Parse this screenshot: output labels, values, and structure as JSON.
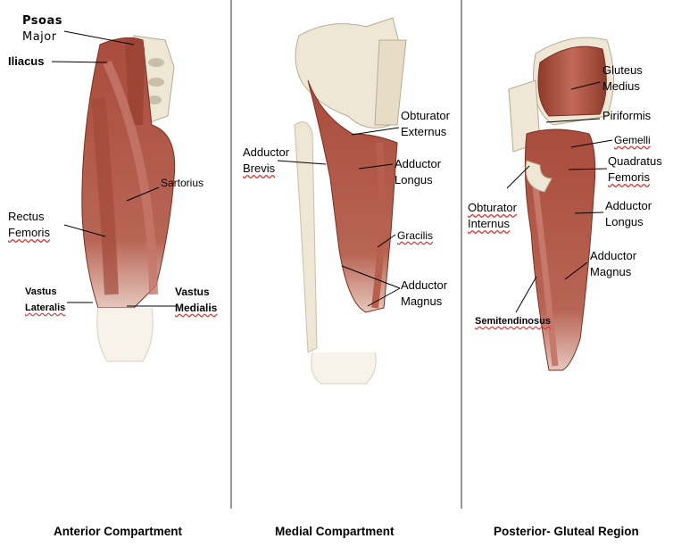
{
  "panels": {
    "anterior": {
      "caption": "Anterior Compartment",
      "labels": {
        "psoas_1": "Psoas",
        "psoas_2": "Major",
        "iliacus": "Iliacus",
        "sartorius": "Sartorius",
        "rectus_1": "Rectus",
        "rectus_2": "Femoris",
        "vastus_lat_1": "Vastus",
        "vastus_lat_2": "Lateralis",
        "vastus_med_1": "Vastus",
        "vastus_med_2": "Medialis"
      }
    },
    "medial": {
      "caption": "Medial Compartment",
      "labels": {
        "obturator_ext_1": "Obturator",
        "obturator_ext_2": "Externus",
        "adductor_brevis_1": "Adductor",
        "adductor_brevis_2": "Brevis",
        "adductor_longus_1": "Adductor",
        "adductor_longus_2": "Longus",
        "gracilis": "Gracilis",
        "adductor_magnus_1": "Adductor",
        "adductor_magnus_2": "Magnus"
      }
    },
    "posterior": {
      "caption": "Posterior- Gluteal Region",
      "labels": {
        "gluteus_1": "Gluteus",
        "gluteus_2": "Medius",
        "piriformis": "Piriformis",
        "gemelli": "Gemelli",
        "quadratus_1": "Quadratus",
        "quadratus_2": "Femoris",
        "obturator_int_1": "Obturator",
        "obturator_int_2": "Internus",
        "adductor_longus_1": "Adductor",
        "adductor_longus_2": "Longus",
        "adductor_magnus_1": "Adductor",
        "adductor_magnus_2": "Magnus",
        "semitendinosus": "Semitendinosus"
      }
    }
  },
  "colors": {
    "muscle_dark": "#8e3b2a",
    "muscle_mid": "#b4584a",
    "muscle_light": "#d9958a",
    "bone": "#efe7d6",
    "bone_shade": "#c9bfa8",
    "leader": "#000000"
  }
}
